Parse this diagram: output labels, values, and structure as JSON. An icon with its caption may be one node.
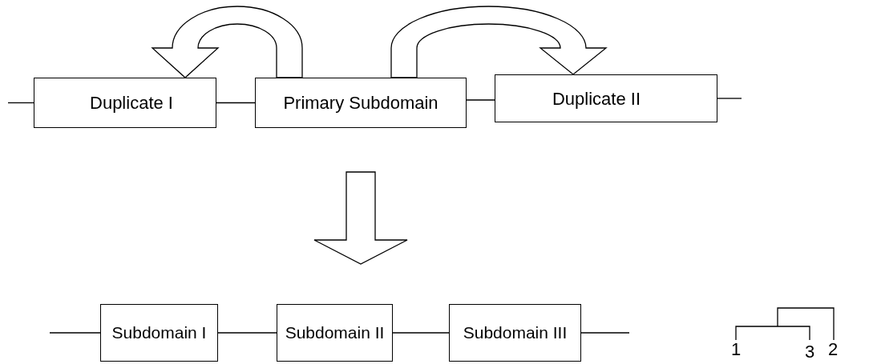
{
  "diagram": {
    "nodes": [
      {
        "text": [
          "Duplicate I"
        ]
      },
      {
        "text": [
          "Primary Subdomain"
        ]
      },
      {
        "text": [
          "Duplicate II"
        ]
      },
      {
        "text": [
          "Subdomain I"
        ]
      },
      {
        "text": [
          "Subdomain II"
        ]
      },
      {
        "text": [
          "Subdomain III"
        ]
      }
    ],
    "edges": [
      {
        "from": null,
        "to": 0,
        "arrow": "none"
      },
      {
        "from": 0,
        "to": 1,
        "arrow": "none"
      },
      {
        "from": 1,
        "to": 2,
        "arrow": "none"
      },
      {
        "from": 2,
        "to": null,
        "arrow": "none"
      },
      {
        "from": 1,
        "to": 0,
        "arrow": "to"
      },
      {
        "from": 1,
        "to": 2,
        "arrow": "to"
      },
      {
        "from": 1,
        "to": 4,
        "arrow": "to"
      },
      {
        "from": null,
        "to": 3,
        "arrow": "none"
      },
      {
        "from": 3,
        "to": 4,
        "arrow": "none"
      },
      {
        "from": 4,
        "to": 5,
        "arrow": "none"
      },
      {
        "from": 5,
        "to": null,
        "arrow": "none"
      }
    ],
    "labels": [
      "1",
      "3",
      "2"
    ]
  }
}
